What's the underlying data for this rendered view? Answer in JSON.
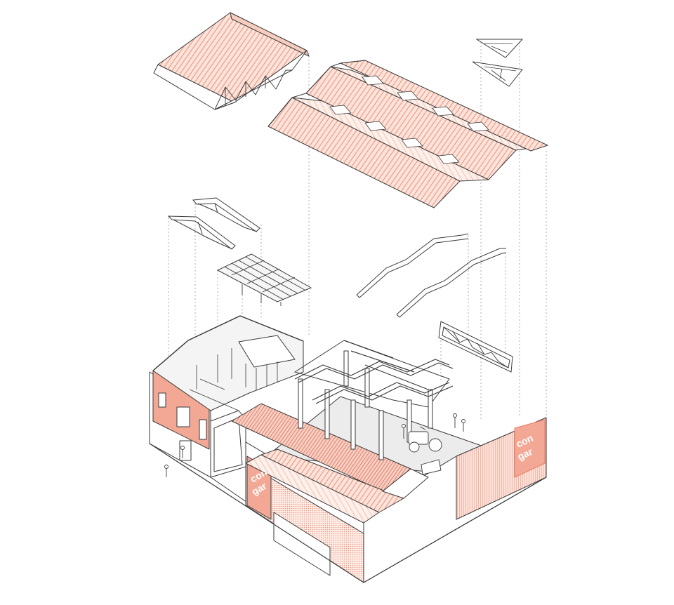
{
  "diagram": {
    "type": "exploded axonometric",
    "signage": [
      {
        "id": "sign-front",
        "lines": [
          "con",
          "gar"
        ]
      },
      {
        "id": "sign-side",
        "lines": [
          "con",
          "gar"
        ]
      }
    ]
  },
  "colors": {
    "line": "#3a3a3a",
    "accent": "#e97a63",
    "accent_fill": "#f8d6cb",
    "accent_soft": "#fbe7df",
    "guide": "#9a9a9a",
    "floor": "#ececec",
    "background": "#ffffff"
  }
}
